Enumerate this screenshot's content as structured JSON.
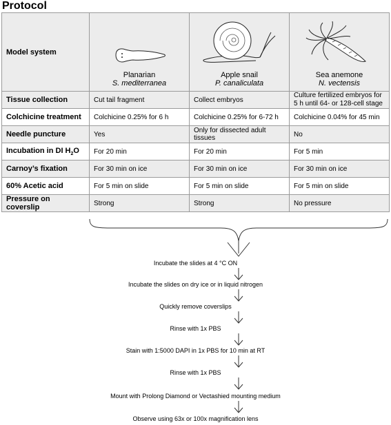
{
  "title": "Protocol",
  "table": {
    "header_label": "Model system",
    "species": [
      {
        "common": "Planarian",
        "scientific": "S. mediterranea",
        "icon": "planarian-illustration"
      },
      {
        "common": "Apple snail",
        "scientific": "P. canaliculata",
        "icon": "apple-snail-illustration"
      },
      {
        "common": "Sea anemone",
        "scientific": "N. vectensis",
        "icon": "sea-anemone-illustration"
      }
    ],
    "rows": [
      {
        "label": "Tissue collection",
        "cells": [
          "Cut tail fragment",
          "Collect embryos",
          "Culture fertilized embryos for 5 h until 64- or 128-cell stage"
        ]
      },
      {
        "label": "Colchicine treatment",
        "cells": [
          "Colchicine 0.25% for 6 h",
          "Colchicine 0.25% for 6-72 h",
          "Colchicine 0.04% for 45 min"
        ]
      },
      {
        "label": "Needle puncture",
        "cells": [
          "Yes",
          "Only for dissected adult tissues",
          "No"
        ]
      },
      {
        "label_pre": "Incubation in DI H",
        "label_sub": "2",
        "label_post": "O",
        "cells": [
          "For 20 min",
          "For 20 min",
          "For 5 min"
        ]
      },
      {
        "label": "Carnoy’s fixation",
        "cells": [
          "For 30 min on ice",
          "For 30 min on ice",
          "For 30 min on ice"
        ]
      },
      {
        "label": "60% Acetic acid",
        "cells": [
          "For 5 min on slide",
          "For 5 min on slide",
          "For 5 min on slide"
        ]
      },
      {
        "label": "Pressure on coverslip",
        "cells": [
          "Strong",
          "Strong",
          "No pressure"
        ]
      }
    ]
  },
  "steps": [
    "Incubate the slides at 4 °C ON",
    "Incubate the slides on dry ice or in liquid nitrogen",
    "Quickly remove coverslips",
    "Rinse with 1x PBS",
    "Stain with 1:5000 DAPI in 1x PBS for 10 min at RT",
    "Rinse with 1x PBS",
    "Mount with Prolong Diamond or Vectashied mounting medium",
    "Observe using 63x or 100x magnification lens"
  ]
}
